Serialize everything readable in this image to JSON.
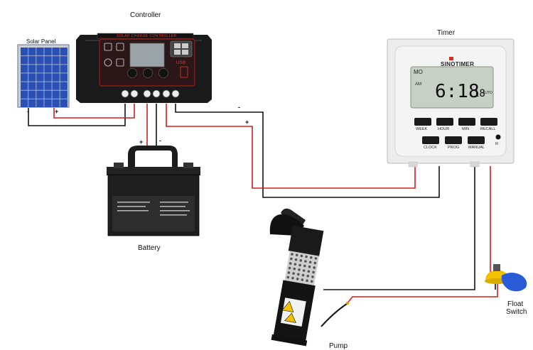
{
  "components": {
    "solar_panel": {
      "label": "Solar Panel",
      "neg": "-",
      "pos": "+"
    },
    "controller": {
      "label": "Controller",
      "header": "SOLAR CHARGE CONTROLLER",
      "usb": "USB"
    },
    "battery": {
      "label": "Battery",
      "neg": "-",
      "pos": "+"
    },
    "timer": {
      "label": "Timer",
      "brand": "SINOTIMER",
      "display": {
        "day": "MO",
        "period": "AM",
        "time": "6:18",
        "seconds": "18",
        "mode": "AUTO"
      },
      "buttons_top": [
        "WEEK",
        "HOUR",
        "MIN",
        "RECALL"
      ],
      "buttons_bottom": [
        "CLOCK",
        "PROG",
        "MANUAL"
      ],
      "reset": "R"
    },
    "pump": {
      "label": "Pump"
    },
    "float_switch": {
      "label_line1": "Float",
      "label_line2": "Switch"
    },
    "wire_polarity": {
      "timer_neg": "-",
      "timer_pos": "+"
    }
  },
  "colors": {
    "positive_wire": "#d11f1f",
    "negative_wire": "#111111",
    "panel_cell": "#2a4fb5",
    "controller_body": "#1a1a1a",
    "timer_body": "#e6e6e6",
    "lcd": "#c9d1c4",
    "float_yellow": "#f2c200",
    "float_blue": "#2a5bd6"
  }
}
